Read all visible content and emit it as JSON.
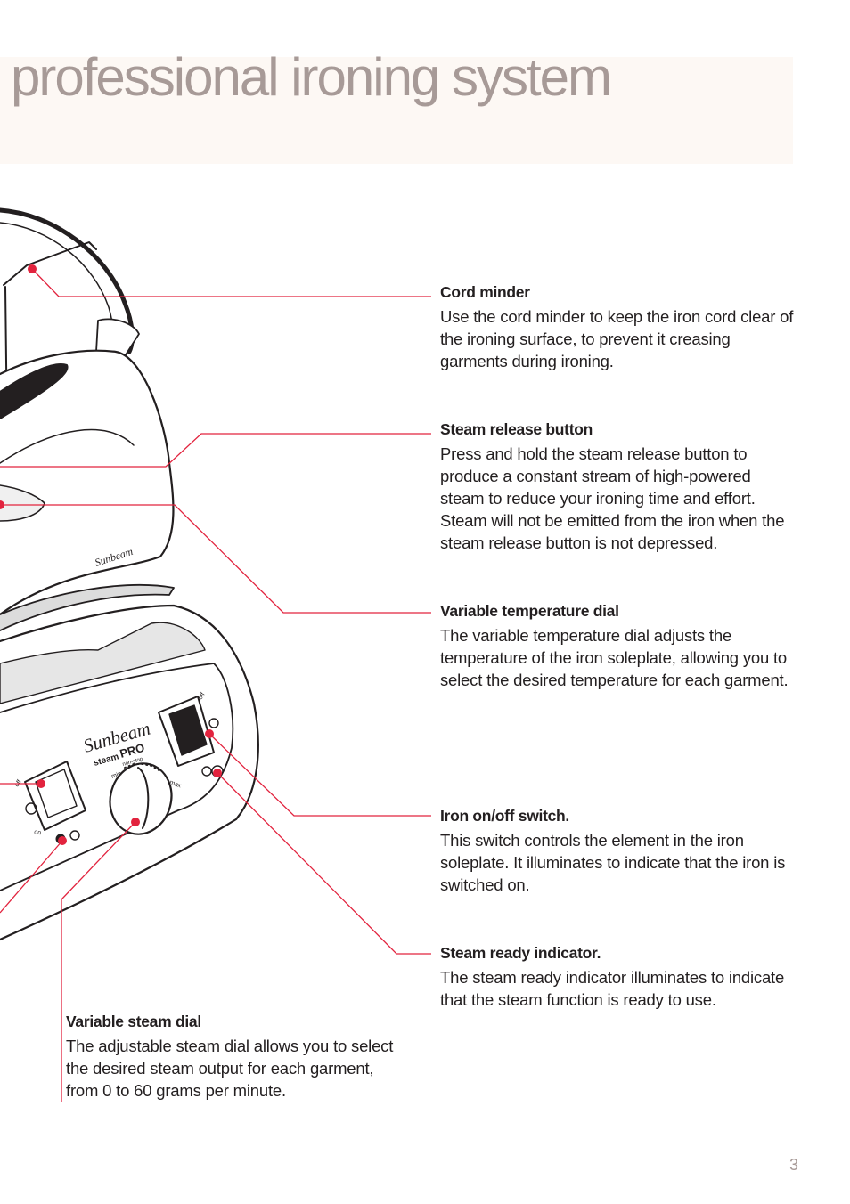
{
  "page": {
    "title": "professional ironing system",
    "page_number": "3"
  },
  "colors": {
    "title_text": "#a79a97",
    "title_band": "#fdf8f4",
    "leader_line": "#e2233e",
    "body_text": "#231f20"
  },
  "illustration": {
    "iron_brand": "Sunbeam",
    "base_brand": "Sunbeam",
    "model_steam": "steam",
    "model_pro": "PRO",
    "model_sub": "non-stop",
    "dial_min": "min",
    "dial_max": "max",
    "switch_off": "off",
    "switch_on": "on"
  },
  "callouts": [
    {
      "title": "Cord minder",
      "body": "Use the cord minder to keep the iron cord clear of the ironing surface, to prevent it creasing garments during ironing."
    },
    {
      "title": "Steam release button",
      "body": "Press and hold the steam release button to produce a constant stream of high-powered steam to reduce your ironing time and effort. Steam will not be emitted from the iron when the steam release button is not depressed."
    },
    {
      "title": "Variable temperature dial",
      "body": "The variable temperature dial adjusts the temperature of the iron soleplate, allowing you to select the desired temperature for each garment."
    },
    {
      "title": "Iron on/off switch.",
      "body": "This switch controls the element in the iron soleplate. It illuminates to indicate that the iron is switched on."
    },
    {
      "title": "Steam ready indicator.",
      "body": "The steam ready indicator illuminates to indicate that the steam function is ready to use."
    },
    {
      "title": "Variable steam dial",
      "body": "The adjustable steam dial allows you to select the desired steam output for each garment, from 0 to 60 grams per minute."
    }
  ]
}
